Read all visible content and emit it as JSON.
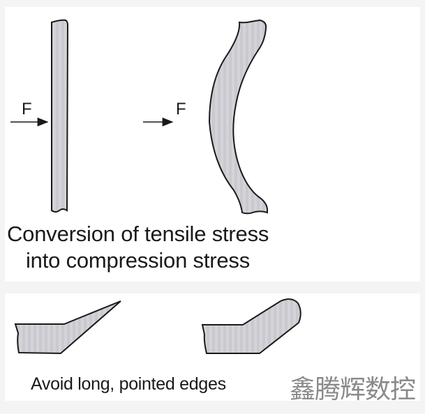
{
  "diagram": {
    "top_panel": {
      "left_figure": {
        "force_label": "F",
        "shape": "straight-bar"
      },
      "right_figure": {
        "force_label": "F",
        "shape": "curved-bar"
      },
      "caption_line1": "Conversion of tensile stress",
      "caption_line2": "into compression stress"
    },
    "bottom_panel": {
      "left_figure": {
        "shape": "long-pointed-edge"
      },
      "right_figure": {
        "shape": "rounded-edge"
      },
      "caption": "Avoid long, pointed edges"
    },
    "watermark": "鑫腾辉数控"
  },
  "colors": {
    "background": "#f4f4f4",
    "panel": "#ffffff",
    "fill": "#d2d2d6",
    "outline": "#1a1a1a",
    "watermark": "#8a8a8a"
  }
}
